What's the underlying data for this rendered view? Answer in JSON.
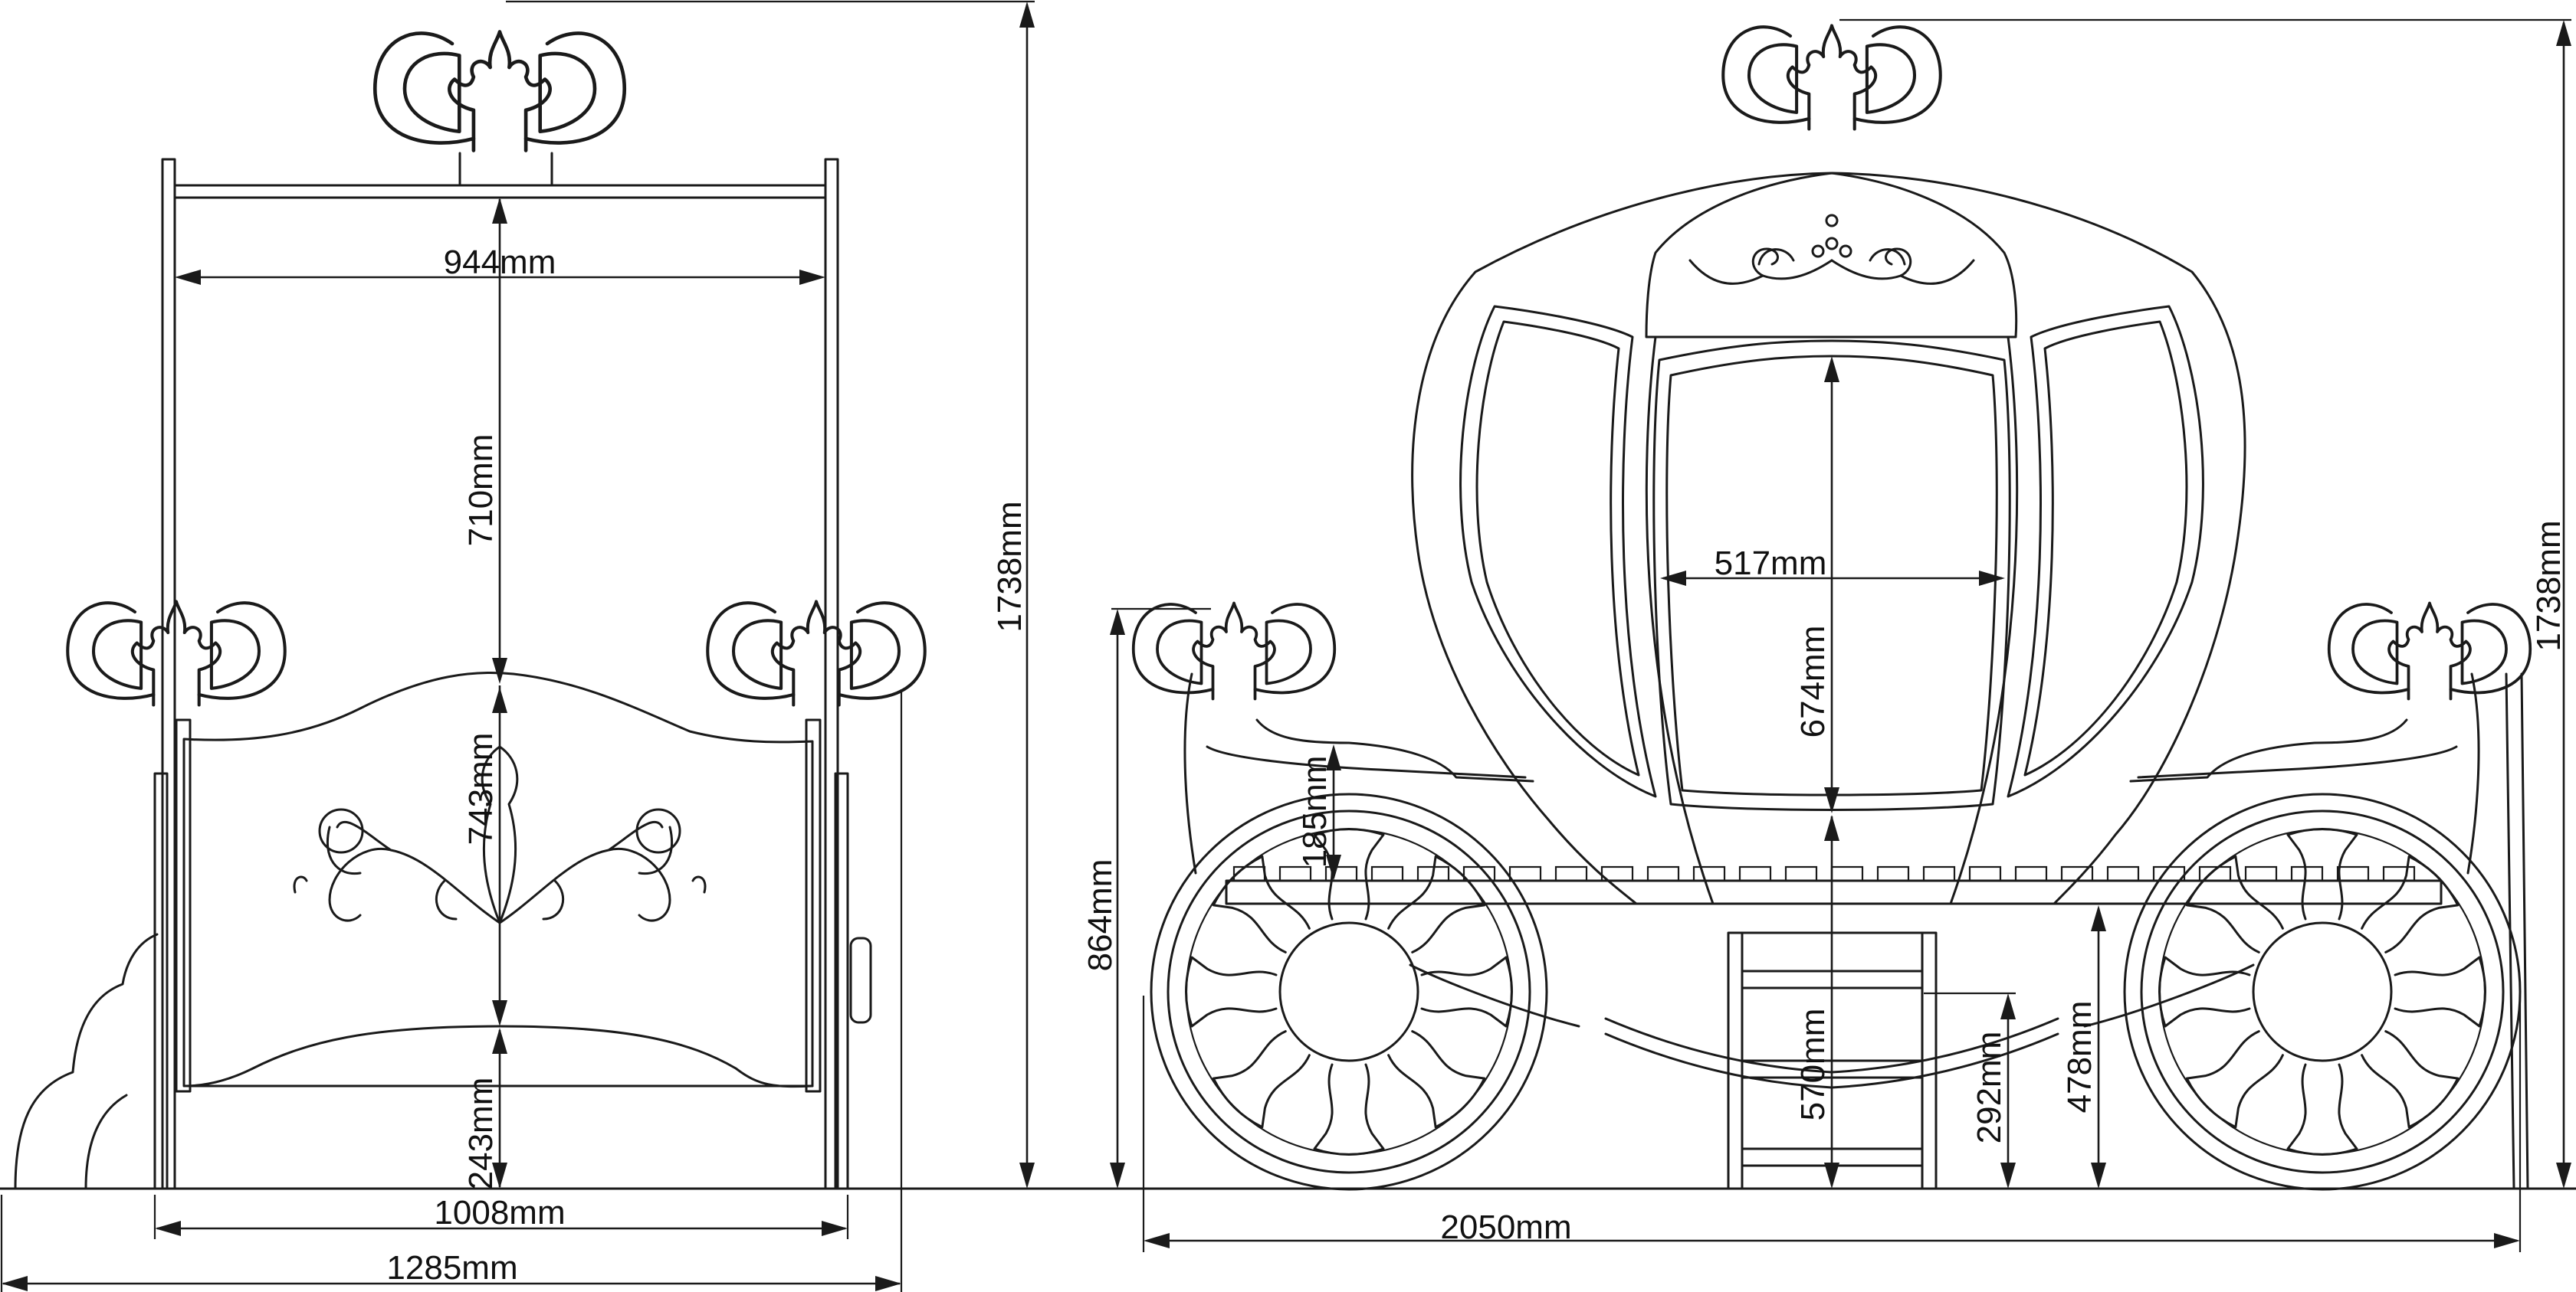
{
  "views": [
    {
      "name": "end-view"
    },
    {
      "name": "side-view"
    }
  ],
  "dimensions": {
    "front_inner_width": "944mm",
    "front_canopy_height": "710mm",
    "front_panel_height": "743mm",
    "front_leg_height": "243mm",
    "front_base_width": "1008mm",
    "front_total_width": "1285mm",
    "front_total_height": "1738mm",
    "side_window_width": "517mm",
    "side_window_height": "674mm",
    "side_rail_drop": "185mm",
    "side_headboard_height": "864mm",
    "side_door_floor": "570mm",
    "side_ladder_step": "292mm",
    "side_mattress_height": "478mm",
    "side_total_length": "2050mm",
    "side_total_height": "1738mm"
  },
  "colors": {
    "line": "#1a1a1a",
    "background": "#ffffff"
  }
}
